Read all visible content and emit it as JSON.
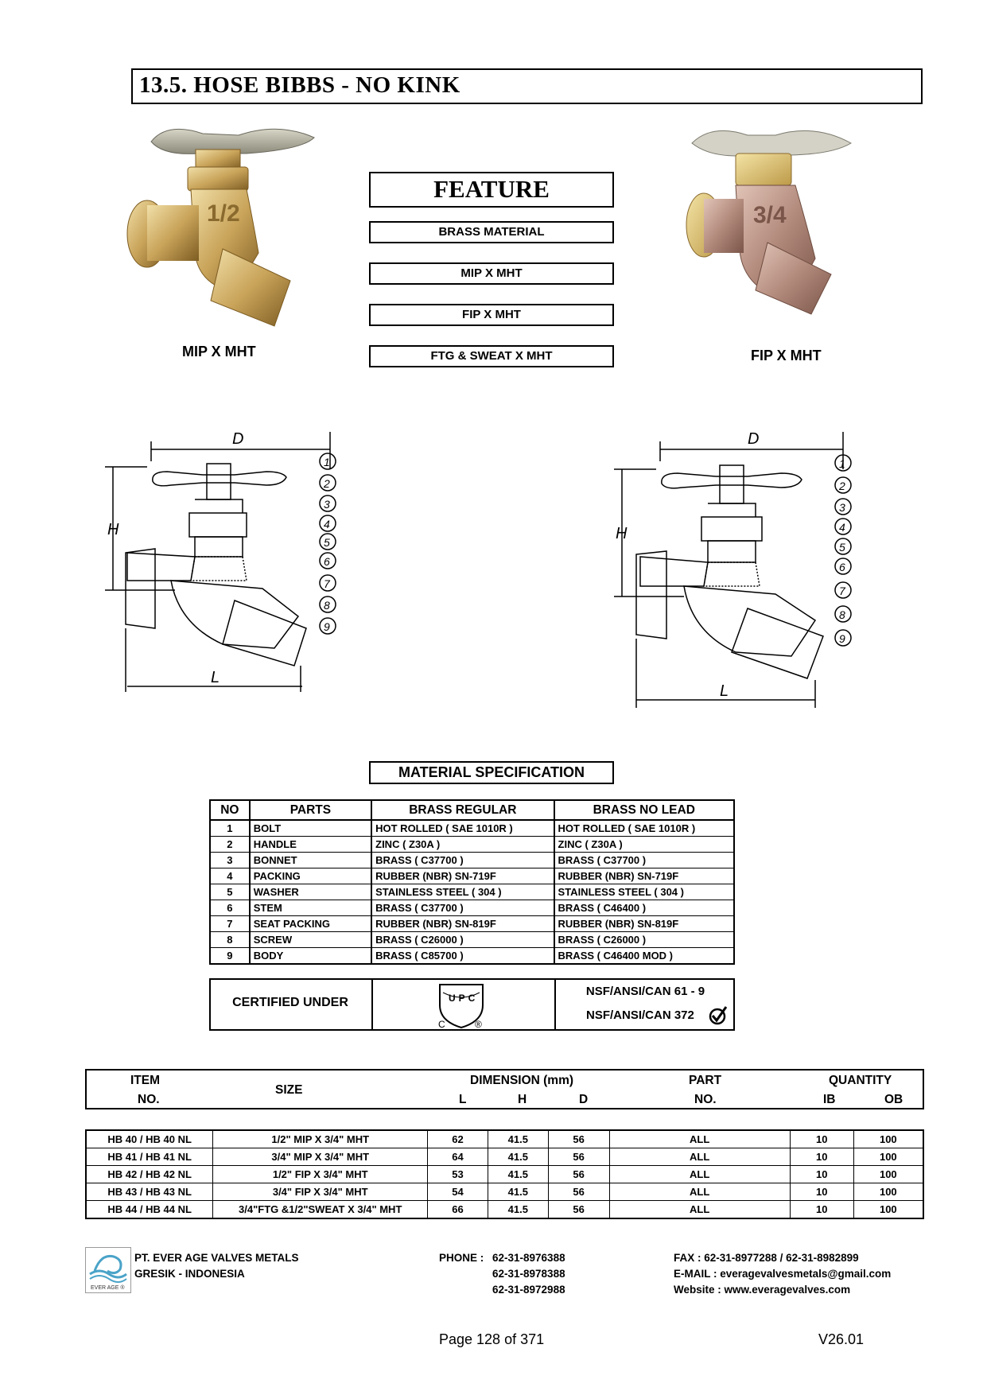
{
  "section_title": "13.5.  HOSE BIBBS - NO KINK",
  "feature": {
    "heading": "FEATURE",
    "items": [
      "BRASS MATERIAL",
      "MIP X MHT",
      "FIP X MHT",
      "FTG & SWEAT X MHT"
    ]
  },
  "photos": {
    "left_caption": "MIP X MHT",
    "right_caption": "FIP X MHT",
    "left_mark": "1/2",
    "right_mark": "3/4"
  },
  "drawing_labels": {
    "D": "D",
    "H": "H",
    "L": "L",
    "balloons": [
      "1",
      "2",
      "3",
      "4",
      "5",
      "6",
      "7",
      "8",
      "9"
    ]
  },
  "material_spec": {
    "title": "MATERIAL SPECIFICATION",
    "headers": [
      "NO",
      "PARTS",
      "BRASS REGULAR",
      "BRASS NO LEAD"
    ],
    "rows": [
      [
        "1",
        "BOLT",
        "HOT ROLLED ( SAE 1010R )",
        "HOT ROLLED ( SAE 1010R )"
      ],
      [
        "2",
        "HANDLE",
        "ZINC ( Z30A )",
        "ZINC ( Z30A )"
      ],
      [
        "3",
        "BONNET",
        "BRASS ( C37700 )",
        "BRASS ( C37700 )"
      ],
      [
        "4",
        "PACKING",
        "RUBBER (NBR) SN-719F",
        "RUBBER (NBR) SN-719F"
      ],
      [
        "5",
        "WASHER",
        "STAINLESS STEEL ( 304 )",
        "STAINLESS STEEL ( 304 )"
      ],
      [
        "6",
        "STEM",
        "BRASS ( C37700 )",
        "BRASS ( C46400 )"
      ],
      [
        "7",
        "SEAT PACKING",
        "RUBBER (NBR) SN-819F",
        "RUBBER (NBR) SN-819F"
      ],
      [
        "8",
        "SCREW",
        "BRASS ( C26000 )",
        "BRASS ( C26000 )"
      ],
      [
        "9",
        "BODY",
        "BRASS ( C85700 )",
        "BRASS ( C46400 MOD )"
      ]
    ]
  },
  "certification": {
    "label": "CERTIFIED UNDER",
    "logo_text": "UPC",
    "logo_c": "C",
    "logo_r": "®",
    "standards": [
      "NSF/ANSI/CAN 61 - 9",
      "NSF/ANSI/CAN 372"
    ]
  },
  "dimension_table": {
    "headers": {
      "item": "ITEM",
      "item_no": "NO.",
      "size": "SIZE",
      "dimension": "DIMENSION (mm)",
      "l": "L",
      "h": "H",
      "d": "D",
      "part": "PART",
      "part_no": "NO.",
      "quantity": "QUANTITY",
      "ib": "IB",
      "ob": "OB"
    },
    "rows": [
      [
        "HB 40 / HB 40 NL",
        "1/2\" MIP X 3/4\" MHT",
        "62",
        "41.5",
        "56",
        "ALL",
        "10",
        "100"
      ],
      [
        "HB 41 / HB 41 NL",
        "3/4\" MIP X 3/4\" MHT",
        "64",
        "41.5",
        "56",
        "ALL",
        "10",
        "100"
      ],
      [
        "HB 42 / HB 42 NL",
        "1/2\" FIP X 3/4\" MHT",
        "53",
        "41.5",
        "56",
        "ALL",
        "10",
        "100"
      ],
      [
        "HB 43 / HB 43 NL",
        "3/4\" FIP X 3/4\" MHT",
        "54",
        "41.5",
        "56",
        "ALL",
        "10",
        "100"
      ],
      [
        "HB 44 / HB 44 NL",
        "3/4\"FTG &1/2\"SWEAT X 3/4\" MHT",
        "66",
        "41.5",
        "56",
        "ALL",
        "10",
        "100"
      ]
    ]
  },
  "footer": {
    "logo_text": "EVER AGE ®",
    "company": "PT. EVER AGE VALVES METALS",
    "location": "GRESIK - INDONESIA",
    "phone_label": "PHONE :",
    "phones": [
      "62-31-8976388",
      "62-31-8978388",
      "62-31-8972988"
    ],
    "fax": "FAX  : 62-31-8977288 / 62-31-8982899",
    "email": "E-MAIL  : everagevalvesmetals@gmail.com",
    "website": "Website  : www.everagevalves.com",
    "page": "Page 128 of 371",
    "version": "V26.01"
  },
  "colors": {
    "brass_light": "#e0c88a",
    "brass_dark": "#8a6a2e",
    "bronze": "#b0877a",
    "handle": "#b8b4a2"
  }
}
